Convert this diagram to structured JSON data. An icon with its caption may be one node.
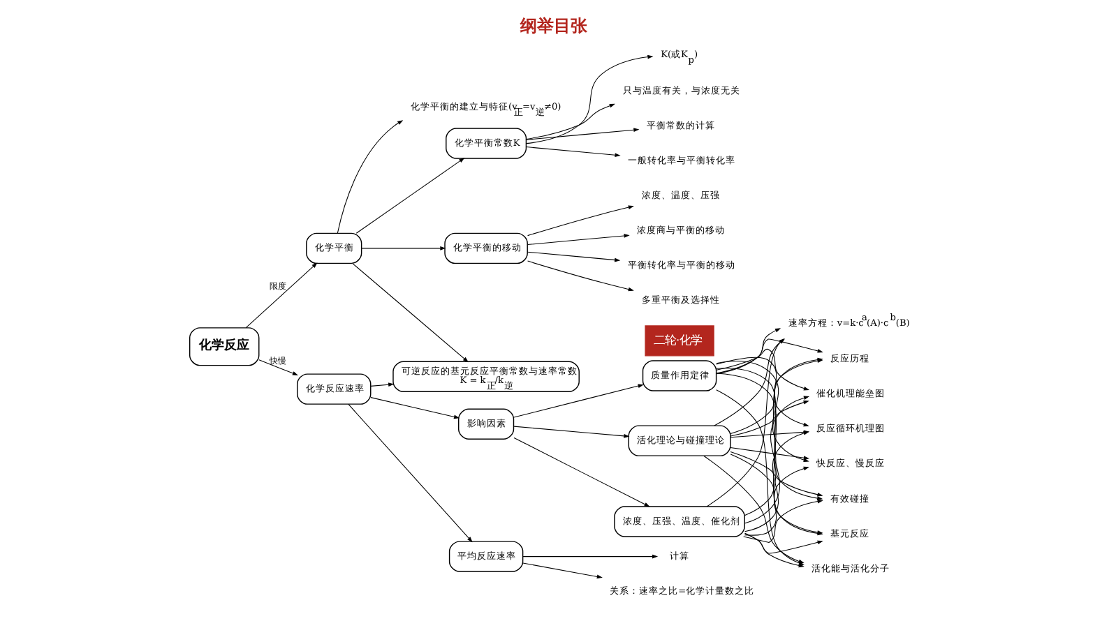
{
  "diagram": {
    "title": "纲举目张",
    "caption": "二轮·化学",
    "nodes": [
      {
        "text": [
          "化学反应"
        ]
      },
      {
        "text": [
          "化学反应速率"
        ]
      },
      {
        "text": [
          "可逆反应的基元反应平衡常数与速率常数",
          "K = k$_{正}$/k$_{逆}$"
        ]
      },
      {
        "text": [
          "化学平衡"
        ]
      },
      {
        "text": [
          "平均反应速率"
        ]
      },
      {
        "text": [
          "计算"
        ]
      },
      {
        "text": [
          "关系：速率之比=化学计量数之比"
        ]
      },
      {
        "text": [
          "影响因素"
        ]
      },
      {
        "text": [
          "浓度、压强、温度、催化剂"
        ]
      },
      {
        "text": [
          "活化理论与碰撞理论"
        ]
      },
      {
        "text": [
          "质量作用定律"
        ]
      },
      {
        "text": [
          "反应历程"
        ]
      },
      {
        "text": [
          "活化能与活化分子"
        ]
      },
      {
        "text": [
          "有效碰撞"
        ]
      },
      {
        "text": [
          "催化机理能垒图"
        ]
      },
      {
        "text": [
          "反应循环机理图"
        ]
      },
      {
        "text": [
          "基元反应"
        ]
      },
      {
        "text": [
          "快反应、慢反应"
        ]
      },
      {
        "text": [
          "速率方程：v=k·c$^{a}$(A)·c$^{b}$(B)"
        ]
      },
      {
        "text": [
          "化学平衡的建立与特征(v$_{正}$=v$_{逆}$≠0)"
        ]
      },
      {
        "text": [
          "化学平衡常数K"
        ]
      },
      {
        "text": [
          "化学平衡的移动"
        ]
      },
      {
        "text": [
          "K(或K$_{p}$)"
        ]
      },
      {
        "text": [
          "只与温度有关，与浓度无关"
        ]
      },
      {
        "text": [
          "平衡常数的计算"
        ]
      },
      {
        "text": [
          "一般转化率与平衡转化率"
        ]
      },
      {
        "text": [
          "浓度、温度、压强"
        ]
      },
      {
        "text": [
          "浓度商与平衡的移动"
        ]
      },
      {
        "text": [
          "平衡转化率与平衡的移动"
        ]
      },
      {
        "text": [
          "多重平衡及选择性"
        ]
      }
    ],
    "edges": [
      {
        "from": 0,
        "to": 1,
        "arrow": "to",
        "label": "快慢"
      },
      {
        "from": 0,
        "to": 3,
        "arrow": "to",
        "label": "限度"
      },
      {
        "from": 1,
        "to": 2,
        "arrow": "to"
      },
      {
        "from": 3,
        "to": 2,
        "arrow": "to"
      },
      {
        "from": 1,
        "to": 4,
        "arrow": "to"
      },
      {
        "from": 1,
        "to": 7,
        "arrow": "to"
      },
      {
        "from": 4,
        "to": 5,
        "arrow": "to"
      },
      {
        "from": 4,
        "to": 6,
        "arrow": "to"
      },
      {
        "from": 7,
        "to": 8,
        "arrow": "to"
      },
      {
        "from": 7,
        "to": 9,
        "arrow": "to"
      },
      {
        "from": 7,
        "to": 10,
        "arrow": "to"
      },
      {
        "from": 8,
        "to": 11,
        "arrow": "to"
      },
      {
        "from": 8,
        "to": 12,
        "arrow": "to"
      },
      {
        "from": 8,
        "to": 13,
        "arrow": "to"
      },
      {
        "from": 8,
        "to": 14,
        "arrow": "to"
      },
      {
        "from": 8,
        "to": 15,
        "arrow": "to"
      },
      {
        "from": 8,
        "to": 16,
        "arrow": "to"
      },
      {
        "from": 8,
        "to": 17,
        "arrow": "to"
      },
      {
        "from": 8,
        "to": 18,
        "arrow": "to"
      },
      {
        "from": 9,
        "to": 11,
        "arrow": "to"
      },
      {
        "from": 9,
        "to": 12,
        "arrow": "to"
      },
      {
        "from": 9,
        "to": 13,
        "arrow": "to"
      },
      {
        "from": 9,
        "to": 14,
        "arrow": "to"
      },
      {
        "from": 9,
        "to": 15,
        "arrow": "to"
      },
      {
        "from": 9,
        "to": 16,
        "arrow": "to"
      },
      {
        "from": 9,
        "to": 17,
        "arrow": "to"
      },
      {
        "from": 9,
        "to": 18,
        "arrow": "to"
      },
      {
        "from": 10,
        "to": 11,
        "arrow": "to"
      },
      {
        "from": 10,
        "to": 12,
        "arrow": "to"
      },
      {
        "from": 10,
        "to": 13,
        "arrow": "to"
      },
      {
        "from": 10,
        "to": 14,
        "arrow": "to"
      },
      {
        "from": 10,
        "to": 15,
        "arrow": "to"
      },
      {
        "from": 10,
        "to": 16,
        "arrow": "to"
      },
      {
        "from": 10,
        "to": 17,
        "arrow": "to"
      },
      {
        "from": 10,
        "to": 18,
        "arrow": "to"
      },
      {
        "from": 3,
        "to": 19,
        "arrow": "to"
      },
      {
        "from": 3,
        "to": 20,
        "arrow": "to"
      },
      {
        "from": 3,
        "to": 21,
        "arrow": "to"
      },
      {
        "from": 20,
        "to": 22,
        "arrow": "to"
      },
      {
        "from": 20,
        "to": 23,
        "arrow": "to"
      },
      {
        "from": 20,
        "to": 24,
        "arrow": "to"
      },
      {
        "from": 20,
        "to": 25,
        "arrow": "to"
      },
      {
        "from": 21,
        "to": 26,
        "arrow": "to"
      },
      {
        "from": 21,
        "to": 27,
        "arrow": "to"
      },
      {
        "from": 21,
        "to": 28,
        "arrow": "to"
      },
      {
        "from": 21,
        "to": 29,
        "arrow": "to"
      }
    ]
  }
}
